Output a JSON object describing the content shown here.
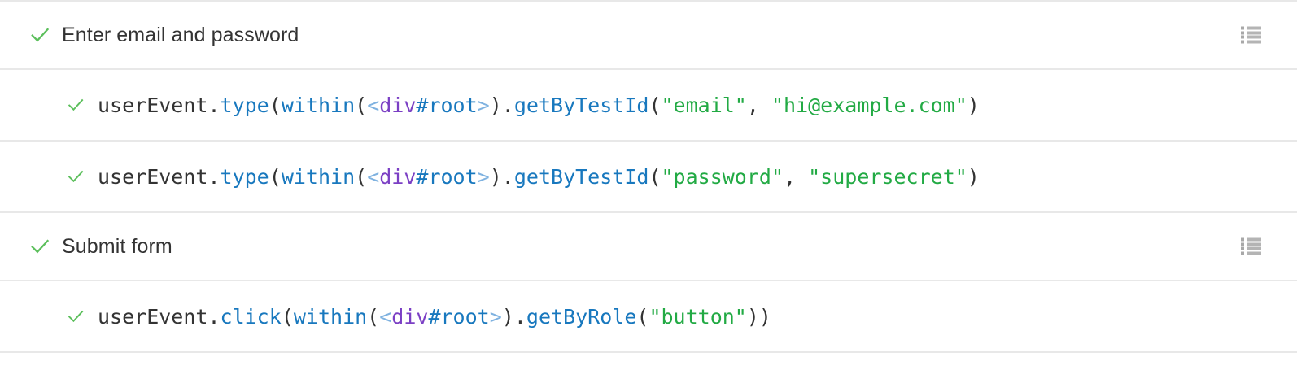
{
  "theme": {
    "background": "#ffffff",
    "divider": "#e8e8e8",
    "text": "#333333",
    "check_green": "#5cbf5c",
    "icon_gray": "#b4b4b4",
    "syntax": {
      "function": "#1878be",
      "tag": "#7b3fc4",
      "identifier": "#1878be",
      "angle_bracket": "#7fb2e0",
      "string": "#22aa44",
      "punctuation": "#333333"
    }
  },
  "rows": [
    {
      "kind": "group",
      "status": "passed",
      "status_icon": "check-icon",
      "label": "Enter email and password",
      "log_icon": "list-log-icon"
    },
    {
      "kind": "test",
      "status": "passed",
      "status_icon": "check-icon",
      "code": "userEvent.type(within(<div#root>).getByTestId(\"email\"), \"hi@example.com\")",
      "tokens": [
        {
          "text": "userEvent",
          "type": "plain"
        },
        {
          "text": ".",
          "type": "punct"
        },
        {
          "text": "type",
          "type": "fn"
        },
        {
          "text": "(",
          "type": "punct"
        },
        {
          "text": "within",
          "type": "fn"
        },
        {
          "text": "(",
          "type": "punct"
        },
        {
          "text": "<",
          "type": "angle"
        },
        {
          "text": "div",
          "type": "tag"
        },
        {
          "text": "#root",
          "type": "id"
        },
        {
          "text": ">",
          "type": "angle"
        },
        {
          "text": ")",
          "type": "punct"
        },
        {
          "text": ".",
          "type": "punct"
        },
        {
          "text": "getByTestId",
          "type": "fn"
        },
        {
          "text": "(",
          "type": "punct"
        },
        {
          "text": "\"email\"",
          "type": "string"
        },
        {
          "text": ", ",
          "type": "punct"
        },
        {
          "text": "\"hi@example.com\"",
          "type": "string"
        },
        {
          "text": ")",
          "type": "punct"
        }
      ]
    },
    {
      "kind": "test",
      "status": "passed",
      "status_icon": "check-icon",
      "code": "userEvent.type(within(<div#root>).getByTestId(\"password\"), \"supersecret\")",
      "tokens": [
        {
          "text": "userEvent",
          "type": "plain"
        },
        {
          "text": ".",
          "type": "punct"
        },
        {
          "text": "type",
          "type": "fn"
        },
        {
          "text": "(",
          "type": "punct"
        },
        {
          "text": "within",
          "type": "fn"
        },
        {
          "text": "(",
          "type": "punct"
        },
        {
          "text": "<",
          "type": "angle"
        },
        {
          "text": "div",
          "type": "tag"
        },
        {
          "text": "#root",
          "type": "id"
        },
        {
          "text": ">",
          "type": "angle"
        },
        {
          "text": ")",
          "type": "punct"
        },
        {
          "text": ".",
          "type": "punct"
        },
        {
          "text": "getByTestId",
          "type": "fn"
        },
        {
          "text": "(",
          "type": "punct"
        },
        {
          "text": "\"password\"",
          "type": "string"
        },
        {
          "text": ", ",
          "type": "punct"
        },
        {
          "text": "\"supersecret\"",
          "type": "string"
        },
        {
          "text": ")",
          "type": "punct"
        }
      ]
    },
    {
      "kind": "group",
      "status": "passed",
      "status_icon": "check-icon",
      "label": "Submit form",
      "log_icon": "list-log-icon"
    },
    {
      "kind": "test",
      "status": "passed",
      "status_icon": "check-icon",
      "code": "userEvent.click(within(<div#root>).getByRole(\"button\"))",
      "tokens": [
        {
          "text": "userEvent",
          "type": "plain"
        },
        {
          "text": ".",
          "type": "punct"
        },
        {
          "text": "click",
          "type": "fn"
        },
        {
          "text": "(",
          "type": "punct"
        },
        {
          "text": "within",
          "type": "fn"
        },
        {
          "text": "(",
          "type": "punct"
        },
        {
          "text": "<",
          "type": "angle"
        },
        {
          "text": "div",
          "type": "tag"
        },
        {
          "text": "#root",
          "type": "id"
        },
        {
          "text": ">",
          "type": "angle"
        },
        {
          "text": ")",
          "type": "punct"
        },
        {
          "text": ".",
          "type": "punct"
        },
        {
          "text": "getByRole",
          "type": "fn"
        },
        {
          "text": "(",
          "type": "punct"
        },
        {
          "text": "\"button\"",
          "type": "string"
        },
        {
          "text": ")",
          "type": "punct"
        },
        {
          "text": ")",
          "type": "punct"
        }
      ]
    },
    {
      "kind": "tail",
      "status": "",
      "label": ""
    }
  ]
}
